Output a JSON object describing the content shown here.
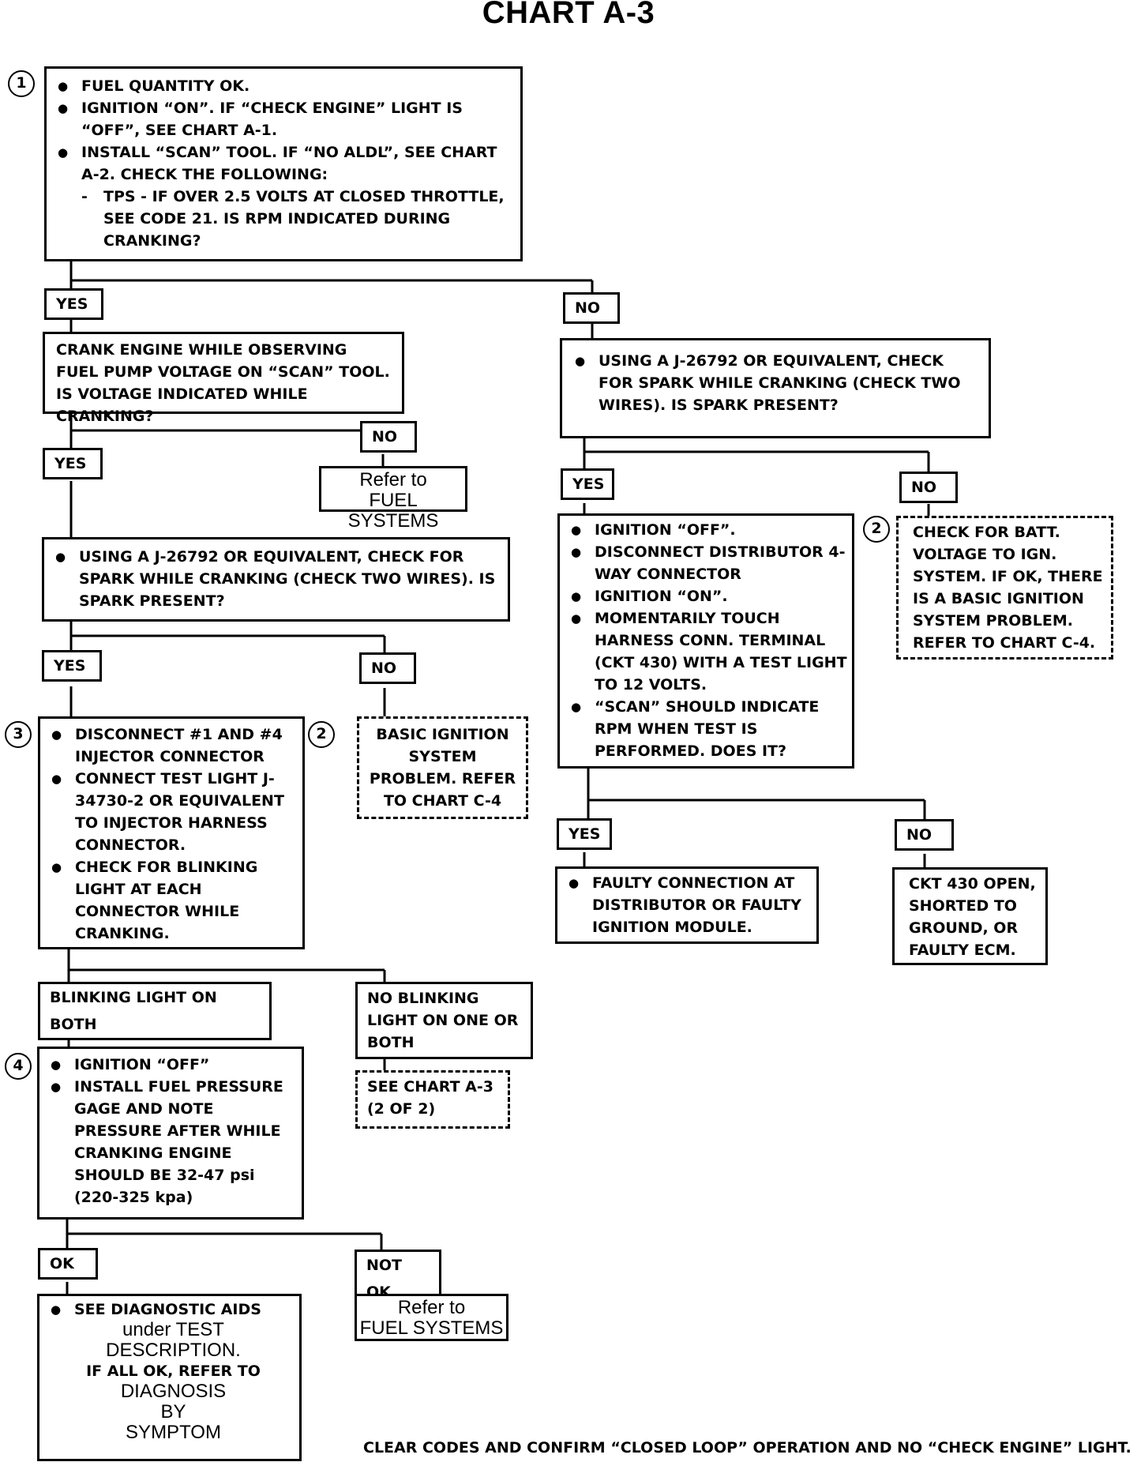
{
  "title": "CHART A-3",
  "steps": [
    "1",
    "2",
    "2",
    "3",
    "4"
  ],
  "box_start": {
    "b1": "FUEL QUANTITY OK.",
    "b2": "IGNITION “ON”.   IF “CHECK ENGINE” LIGHT IS “OFF”, SEE CHART A-1.",
    "b3": "INSTALL “SCAN” TOOL.   IF “NO ALDL”, SEE CHART A-2.   CHECK THE FOLLOWING:",
    "dash": "TPS - IF OVER 2.5 VOLTS AT CLOSED THROTTLE, SEE CODE 21.   IS RPM INDICATED DURING CRANKING?"
  },
  "labels": {
    "yes": "YES",
    "no": "NO",
    "ok": "OK",
    "not_ok": "NOT OK",
    "blinking_both": "BLINKING LIGHT ON BOTH",
    "no_blinking": "NO BLINKING LIGHT ON ONE OR BOTH"
  },
  "box_crank_fuel_pump": "CRANK ENGINE WHILE OBSERVING FUEL PUMP VOLTAGE ON “SCAN” TOOL.   IS VOLTAGE INDICATED WHILE CRANKING?",
  "refer_fuel_systems": {
    "line1": "Refer to",
    "line2": "FUEL SYSTEMS"
  },
  "box_spark_check": "USING A J-26792 OR EQUIVALENT, CHECK FOR SPARK WHILE CRANKING (CHECK TWO WIRES). IS SPARK PRESENT?",
  "box_injector": {
    "b1": "DISCONNECT #1 AND #4 INJECTOR CONNECTOR",
    "b2": "CONNECT TEST LIGHT J-34730-2 OR EQUIVALENT TO INJECTOR HARNESS CONNECTOR.",
    "b3": "CHECK FOR BLINKING LIGHT AT EACH CONNECTOR WHILE CRANKING."
  },
  "box_basic_ignition": "BASIC IGNITION SYSTEM PROBLEM.   REFER TO CHART C-4",
  "box_see_chart": "SEE CHART A-3 (2 OF 2)",
  "box_pressure": {
    "b1": "IGNITION “OFF”",
    "b2": "INSTALL FUEL PRESSURE GAGE AND NOTE PRESSURE AFTER WHILE CRANKING ENGINE SHOULD BE 32-47 psi (220-325 kpa)"
  },
  "box_final": {
    "l1": "SEE DIAGNOSTIC AIDS",
    "l2": "under TEST",
    "l3": "DESCRIPTION.",
    "l4": "IF ALL OK, REFER TO",
    "l5": "DIAGNOSIS",
    "l6": "BY",
    "l7": "SYMPTOM"
  },
  "box_spark_right": "USING A J-26792 OR EQUIVALENT, CHECK FOR SPARK WHILE CRANKING (CHECK TWO WIRES). IS SPARK PRESENT?",
  "box_distributor": {
    "b1": "IGNITION “OFF”.",
    "b2": "DISCONNECT DISTRIBUTOR 4-WAY CONNECTOR",
    "b3": "IGNITION “ON”.",
    "b4": "MOMENTARILY TOUCH HARNESS CONN.   TERMINAL (CKT 430) WITH A TEST LIGHT TO 12 VOLTS.",
    "b5": "“SCAN” SHOULD INDICATE RPM WHEN TEST IS PERFORMED.   DOES IT?"
  },
  "box_batt": "CHECK FOR BATT. VOLTAGE TO IGN. SYSTEM.   IF OK, THERE IS A BASIC IGNITION SYSTEM PROBLEM. REFER TO CHART C-4.",
  "box_faulty_conn": "FAULTY CONNECTION AT DISTRIBUTOR OR FAULTY IGNITION MODULE.",
  "box_ckt430": "CKT 430 OPEN, SHORTED TO GROUND, OR FAULTY ECM.",
  "footer": "CLEAR CODES AND CONFIRM “CLOSED LOOP” OPERATION AND NO “CHECK ENGINE” LIGHT."
}
